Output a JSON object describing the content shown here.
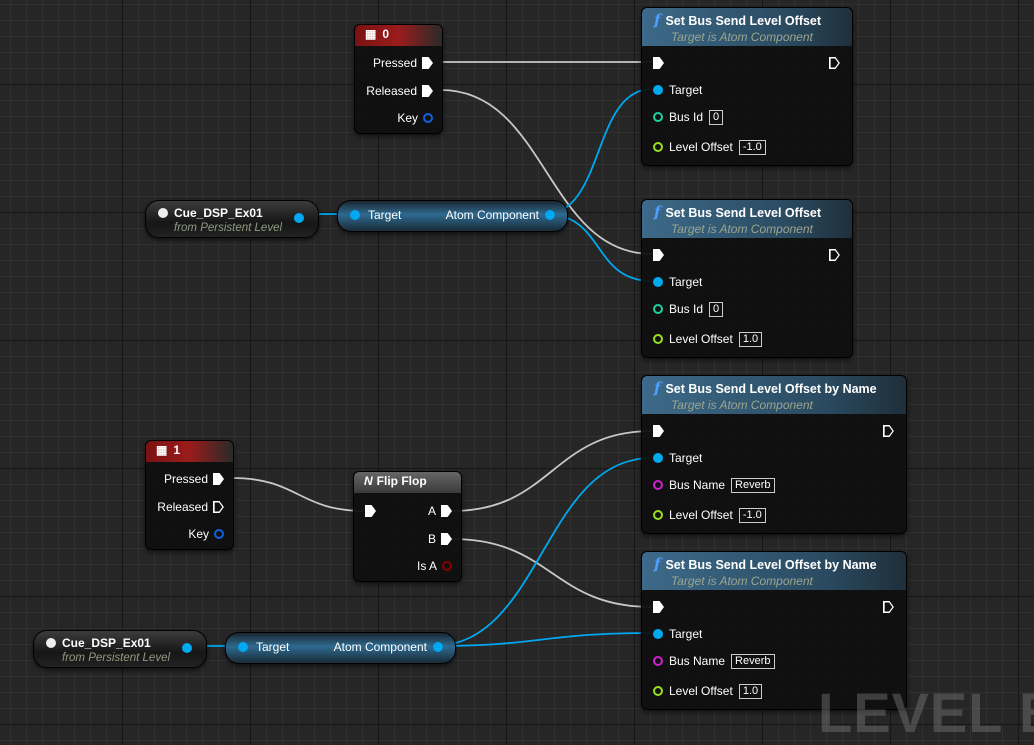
{
  "key_nodes": [
    {
      "key": "0",
      "pins": {
        "pressed": "Pressed",
        "released": "Released",
        "key": "Key"
      }
    },
    {
      "key": "1",
      "pins": {
        "pressed": "Pressed",
        "released": "Released",
        "key": "Key"
      }
    }
  ],
  "set_nodes": [
    {
      "title": "Set Bus Send Level Offset",
      "subtitle": "Target is Atom Component",
      "target": "Target",
      "param_label": "Bus Id",
      "param_value": "0",
      "offset_label": "Level Offset",
      "offset_value": "-1.0"
    },
    {
      "title": "Set Bus Send Level Offset",
      "subtitle": "Target is Atom Component",
      "target": "Target",
      "param_label": "Bus Id",
      "param_value": "0",
      "offset_label": "Level Offset",
      "offset_value": "1.0"
    },
    {
      "title": "Set Bus Send Level Offset by Name",
      "subtitle": "Target is Atom Component",
      "target": "Target",
      "param_label": "Bus Name",
      "param_value": "Reverb",
      "offset_label": "Level Offset",
      "offset_value": "-1.0"
    },
    {
      "title": "Set Bus Send Level Offset by Name",
      "subtitle": "Target is Atom Component",
      "target": "Target",
      "param_label": "Bus Name",
      "param_value": "Reverb",
      "offset_label": "Level Offset",
      "offset_value": "1.0"
    }
  ],
  "actor_refs": [
    {
      "name": "Cue_DSP_Ex01",
      "sub": "from Persistent Level"
    },
    {
      "name": "Cue_DSP_Ex01",
      "sub": "from Persistent Level"
    }
  ],
  "getters": [
    {
      "in": "Target",
      "out": "Atom Component"
    },
    {
      "in": "Target",
      "out": "Atom Component"
    }
  ],
  "flipflop": {
    "title": "Flip Flop",
    "a": "A",
    "b": "B",
    "is_a": "Is A"
  },
  "watermark": "LEVEL BL",
  "colors": {
    "object_pin": "#00a8f0",
    "int_pin": "#1fd1a0",
    "float_pin": "#9be020",
    "name_pin": "#d020d0",
    "bool_pin": "#8a0000",
    "key_pin": "#1060e0",
    "exec_wire": "#c8c8c8"
  }
}
